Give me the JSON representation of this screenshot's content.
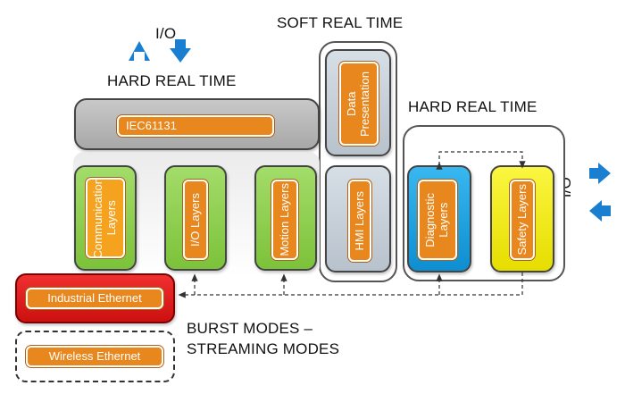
{
  "labels": {
    "io_top": "I/O",
    "io_right": "I/O",
    "hard_real_time_left": "HARD REAL TIME",
    "soft_real_time": "SOFT REAL TIME",
    "hard_real_time_right": "HARD REAL TIME",
    "burst_modes_line1": "BURST MODES –",
    "burst_modes_line2": "STREAMING MODES"
  },
  "modules": {
    "iec61131": "IEC61131",
    "communication_layers": "Communication\nLayers",
    "io_layers": "I/O Layers",
    "motion_layers": "Motion Layers",
    "data_presentation": "Data\nPresentation",
    "hmi_layers": "HMI Layers",
    "diagnostic_layers": "Diagnostic\nLayers",
    "safety_layers": "Safety Layers",
    "industrial_ethernet": "Industrial Ethernet",
    "wireless_ethernet": "Wireless Ethernet"
  },
  "colors": {
    "orange_label": "#e8871e",
    "green_module": "#8fd14f",
    "gray_module": "#b5b5b5",
    "blue_module": "#1aa0e0",
    "yellow_module": "#f5ef10",
    "red_module": "#e81818",
    "arrow_blue": "#1a7fd0"
  }
}
